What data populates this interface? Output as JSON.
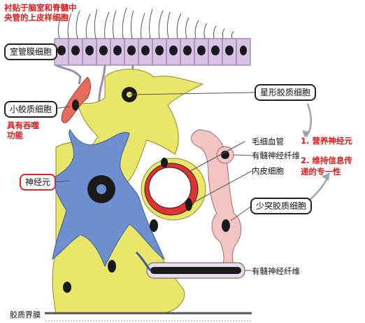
{
  "header_note": [
    "衬贴于脑室和脊髓中",
    "央管的上皮样细胞"
  ],
  "labels": {
    "ependymal": "室管膜细胞",
    "microglia": "小胶质细胞",
    "phagocytosis": [
      "具有吞噬",
      "功能"
    ],
    "neuron": "神经元",
    "astrocyte": "星形胶质细胞",
    "capillary": "毛细血管",
    "myelinated_fiber_1": "有髓神经纤维",
    "endothelial": "内皮细胞",
    "oligodendrocyte": "少突胶质细胞",
    "myelinated_fiber_2": "有髓神经纤维",
    "glia_limitans": "胶质界膜"
  },
  "functions": [
    "1. 营养神经元",
    "2. 维持信息传",
    "递的专一性"
  ],
  "colors": {
    "ependymal_fill": "#d8c3e6",
    "astrocyte_fill": "#e8e76a",
    "neuron_fill": "#6d8fcf",
    "microglia_fill": "#e86b5d",
    "oligodendrocyte_fill": "#f3c6c4",
    "capillary_ring": "#e53030",
    "nucleus": "#1a1a1a",
    "red_text": "#e01a1a"
  }
}
